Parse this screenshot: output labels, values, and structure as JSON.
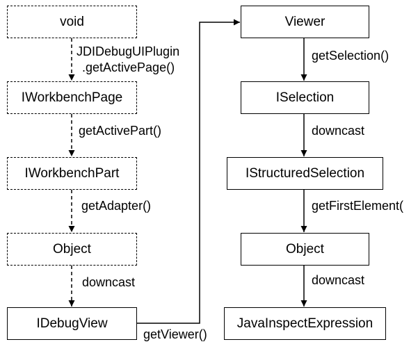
{
  "left_chain": {
    "nodes": [
      "void",
      "IWorkbenchPage",
      "IWorkbenchPart",
      "Object",
      "IDebugView"
    ],
    "edges": [
      [
        "JDIDebugUIPlugin",
        ".getActivePage()"
      ],
      [
        "getActivePart()"
      ],
      [
        "getAdapter()"
      ],
      [
        "downcast"
      ]
    ]
  },
  "bridge": {
    "label": "getViewer()"
  },
  "right_chain": {
    "nodes": [
      "Viewer",
      "ISelection",
      "IStructuredSelection",
      "Object",
      "JavaInspectExpression"
    ],
    "edges": [
      "getSelection()",
      "downcast",
      "getFirstElement(",
      "downcast"
    ]
  }
}
